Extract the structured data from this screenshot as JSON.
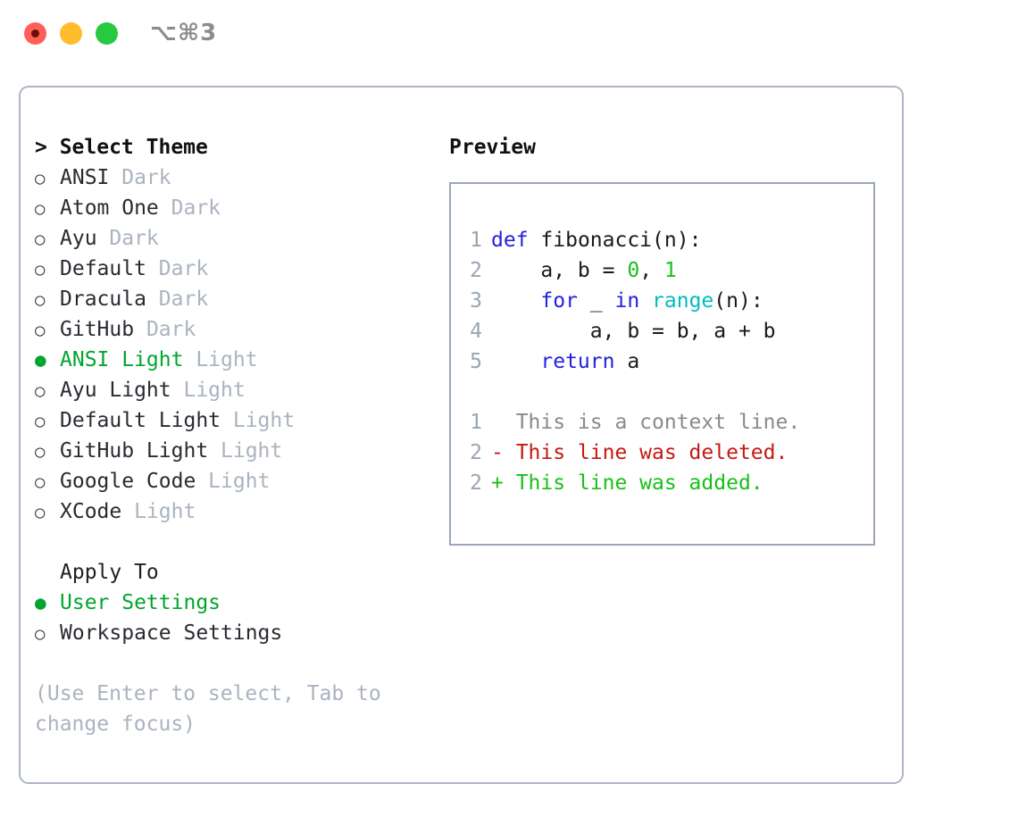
{
  "titlebar": {
    "shortcut": "⌥⌘3",
    "buttons": [
      {
        "name": "close",
        "color": "#ff5f56"
      },
      {
        "name": "minimize",
        "color": "#ffbd2e"
      },
      {
        "name": "maximize",
        "color": "#27c93f"
      }
    ]
  },
  "theme_picker": {
    "header": "> Select Theme",
    "options": [
      {
        "bullet": "○",
        "label": "ANSI",
        "badge": "Dark",
        "selected": false
      },
      {
        "bullet": "○",
        "label": "Atom One",
        "badge": "Dark",
        "selected": false
      },
      {
        "bullet": "○",
        "label": "Ayu",
        "badge": "Dark",
        "selected": false
      },
      {
        "bullet": "○",
        "label": "Default",
        "badge": "Dark",
        "selected": false
      },
      {
        "bullet": "○",
        "label": "Dracula",
        "badge": "Dark",
        "selected": false
      },
      {
        "bullet": "○",
        "label": "GitHub",
        "badge": "Dark",
        "selected": false
      },
      {
        "bullet": "●",
        "label": "ANSI Light",
        "badge": "Light",
        "selected": true
      },
      {
        "bullet": "○",
        "label": "Ayu Light",
        "badge": "Light",
        "selected": false
      },
      {
        "bullet": "○",
        "label": "Default Light",
        "badge": "Light",
        "selected": false
      },
      {
        "bullet": "○",
        "label": "GitHub Light",
        "badge": "Light",
        "selected": false
      },
      {
        "bullet": "○",
        "label": "Google Code",
        "badge": "Light",
        "selected": false
      },
      {
        "bullet": "○",
        "label": "XCode",
        "badge": "Light",
        "selected": false
      }
    ]
  },
  "apply_to": {
    "header": "Apply To",
    "options": [
      {
        "bullet": "●",
        "label": "User Settings",
        "selected": true
      },
      {
        "bullet": "○",
        "label": "Workspace Settings",
        "selected": false
      }
    ]
  },
  "hint": "(Use Enter to select, Tab to change focus)",
  "preview": {
    "title": "Preview",
    "code_lines": [
      {
        "no": "1",
        "tokens": [
          {
            "t": "def",
            "c": "kw"
          },
          {
            "t": " ",
            "c": "plain"
          },
          {
            "t": "fibonacci",
            "c": "name"
          },
          {
            "t": "(n):",
            "c": "plain"
          }
        ]
      },
      {
        "no": "2",
        "tokens": [
          {
            "t": "    a, b = ",
            "c": "plain"
          },
          {
            "t": "0",
            "c": "num"
          },
          {
            "t": ", ",
            "c": "plain"
          },
          {
            "t": "1",
            "c": "num"
          }
        ]
      },
      {
        "no": "3",
        "tokens": [
          {
            "t": "    ",
            "c": "plain"
          },
          {
            "t": "for",
            "c": "kw"
          },
          {
            "t": " _ ",
            "c": "plain"
          },
          {
            "t": "in",
            "c": "kw"
          },
          {
            "t": " ",
            "c": "plain"
          },
          {
            "t": "range",
            "c": "fn"
          },
          {
            "t": "(n):",
            "c": "plain"
          }
        ]
      },
      {
        "no": "4",
        "tokens": [
          {
            "t": "        a, b = b, a + b",
            "c": "plain"
          }
        ]
      },
      {
        "no": "5",
        "tokens": [
          {
            "t": "    ",
            "c": "plain"
          },
          {
            "t": "return",
            "c": "kw"
          },
          {
            "t": " a",
            "c": "plain"
          }
        ]
      }
    ],
    "diff_lines": [
      {
        "no": "1",
        "marker": "  ",
        "text": "This is a context line.",
        "kind": "ctx"
      },
      {
        "no": "2",
        "marker": "- ",
        "text": "This line was deleted.",
        "kind": "del"
      },
      {
        "no": "2",
        "marker": "+ ",
        "text": "This line was added.",
        "kind": "add"
      }
    ]
  },
  "colors": {
    "accent_green": "#00a62e",
    "keyword_blue": "#2222dd",
    "function_cyan": "#00bcc4",
    "number_green": "#17c017",
    "diff_delete_red": "#c41a14",
    "diff_add_green": "#17c017",
    "badge_gray": "#aab3c0",
    "border": "#adb6c4"
  }
}
